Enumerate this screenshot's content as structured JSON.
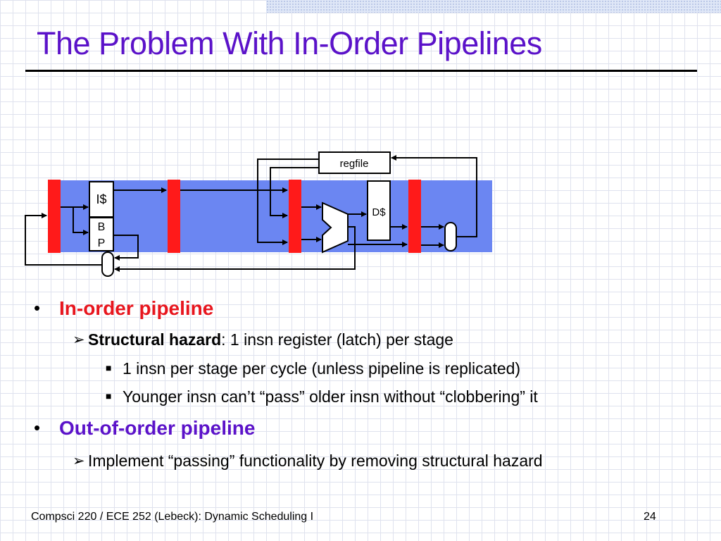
{
  "slide": {
    "title": "The Problem With In-Order Pipelines",
    "colors": {
      "title": "#5b12c9",
      "red_bullet": "#e8161e",
      "purple_bullet": "#5b12c9",
      "pipeline_band": "#6b86f2",
      "latch": "#ff1a1a"
    }
  },
  "diagram": {
    "regfile_label": "regfile",
    "icache_label": "I$",
    "bp_label_top": "B",
    "bp_label_bottom": "P",
    "dcache_label": "D$"
  },
  "bullets": {
    "in_order": "In-order pipeline",
    "structural_hazard_bold": "Structural hazard",
    "structural_hazard_rest": ": 1 insn register (latch) per stage",
    "sub1": "1 insn per stage per cycle (unless pipeline is replicated)",
    "sub2": "Younger insn can’t “pass” older insn without “clobbering” it",
    "out_of_order": "Out-of-order pipeline",
    "implement": "Implement “passing” functionality by removing structural hazard"
  },
  "footer": {
    "course": "Compsci 220 / ECE 252 (Lebeck): Dynamic Scheduling I",
    "page_number": "24"
  }
}
